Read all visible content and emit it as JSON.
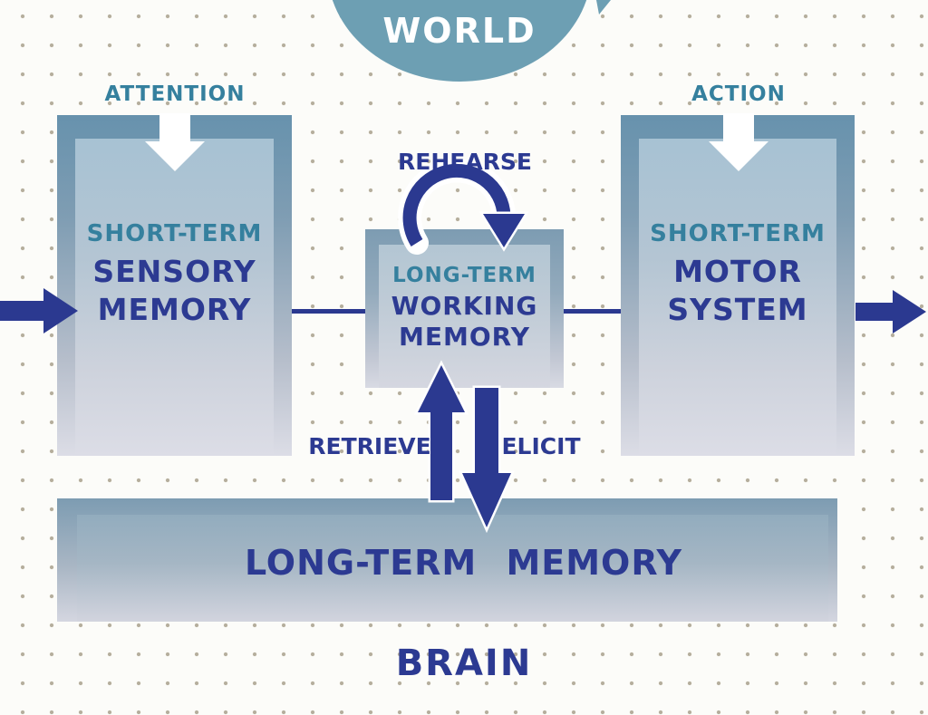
{
  "title": "Human memory model diagram",
  "world": {
    "label": "WORLD"
  },
  "labels": {
    "attention": "ATTENTION",
    "action": "ACTION",
    "rehearse": "REHEARSE",
    "retrieve": "RETRIEVE",
    "elicit": "ELICIT",
    "brain": "BRAIN"
  },
  "boxes": {
    "sensory": {
      "subtitle": "SHORT-TERM",
      "title_line1": "SENSORY",
      "title_line2": "MEMORY"
    },
    "working": {
      "subtitle": "LONG-TERM",
      "title_line1": "WORKING",
      "title_line2": "MEMORY"
    },
    "motor": {
      "subtitle": "SHORT-TERM",
      "title_line1": "MOTOR",
      "title_line2": "SYSTEM"
    },
    "long_term": {
      "title": "LONG-TERM MEMORY"
    }
  },
  "icons": {
    "input_arrow": "right-arrow entering sensory memory",
    "output_arrow": "right-arrow leaving motor system",
    "attention_arrow": "white down-arrow into sensory memory",
    "action_arrow": "white down-arrow into motor system",
    "rehearse_arrow": "looping arc arrow over working memory",
    "retrieve_arrow": "up arrow from long-term memory to working memory",
    "elicit_arrow": "down arrow from working memory to long-term memory"
  },
  "colors": {
    "navy": "#2c3a92",
    "arrow_navy": "#2b3990",
    "teal_text": "#35809e",
    "world_fill": "#6d9fb3",
    "box_outer_top": "#6792ad",
    "box_inner_top": "#a7c2d3",
    "box_fade_bottom": "#dcdde6",
    "ltm_outer_top": "#7d9cb2",
    "background": "#fcfcf9",
    "dot_grid": "#b5ae9c",
    "arrow_white": "#ffffff"
  }
}
